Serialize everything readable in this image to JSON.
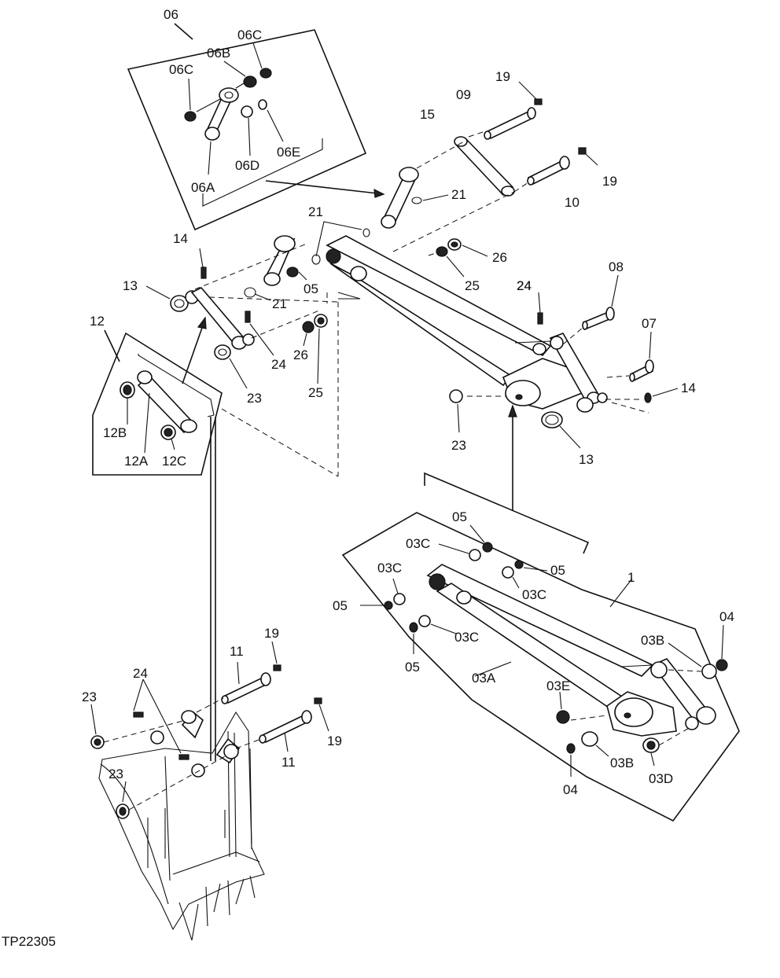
{
  "figure_id": "TP22305",
  "callouts": {
    "c06": "06",
    "c06c_top": "06C",
    "c06b": "06B",
    "c06c_left": "06C",
    "c06a": "06A",
    "c06d": "06D",
    "c06e": "06E",
    "c19_top": "19",
    "c09": "09",
    "c15": "15",
    "c21_upper": "21",
    "c10": "10",
    "c19_right": "19",
    "c21_left": "21",
    "c14_left": "14",
    "c13_left": "13",
    "c05_link": "05",
    "c21_lower": "21",
    "c26_right": "26",
    "c25_right": "25",
    "c12": "12",
    "c24_mid": "24",
    "c26_mid": "26",
    "c24_center": "24",
    "c25_mid": "25",
    "c23_mid": "23",
    "c12b": "12B",
    "c12a": "12A",
    "c12c": "12C",
    "c08": "08",
    "c24_arm": "24",
    "c07": "07",
    "c14_right": "14",
    "c23_arm": "23",
    "c13_right": "13",
    "c05_top": "05",
    "c03c_a": "03C",
    "c03c_b": "03C",
    "c05_b": "05",
    "c03c_c": "03C",
    "c05_left": "05",
    "c03c_d": "03C",
    "c05_bottom": "05",
    "c1": "1",
    "c04_top": "04",
    "c03b_top": "03B",
    "c03a": "03A",
    "c03e": "03E",
    "c03b_bottom": "03B",
    "c03d": "03D",
    "c04_bottom": "04",
    "c11_top": "11",
    "c19_bucket_top": "19",
    "c24_bucket": "24",
    "c23_bucket_top": "23",
    "c23_bucket_bottom": "23",
    "c19_bucket_bottom": "19",
    "c11_bottom": "11"
  }
}
